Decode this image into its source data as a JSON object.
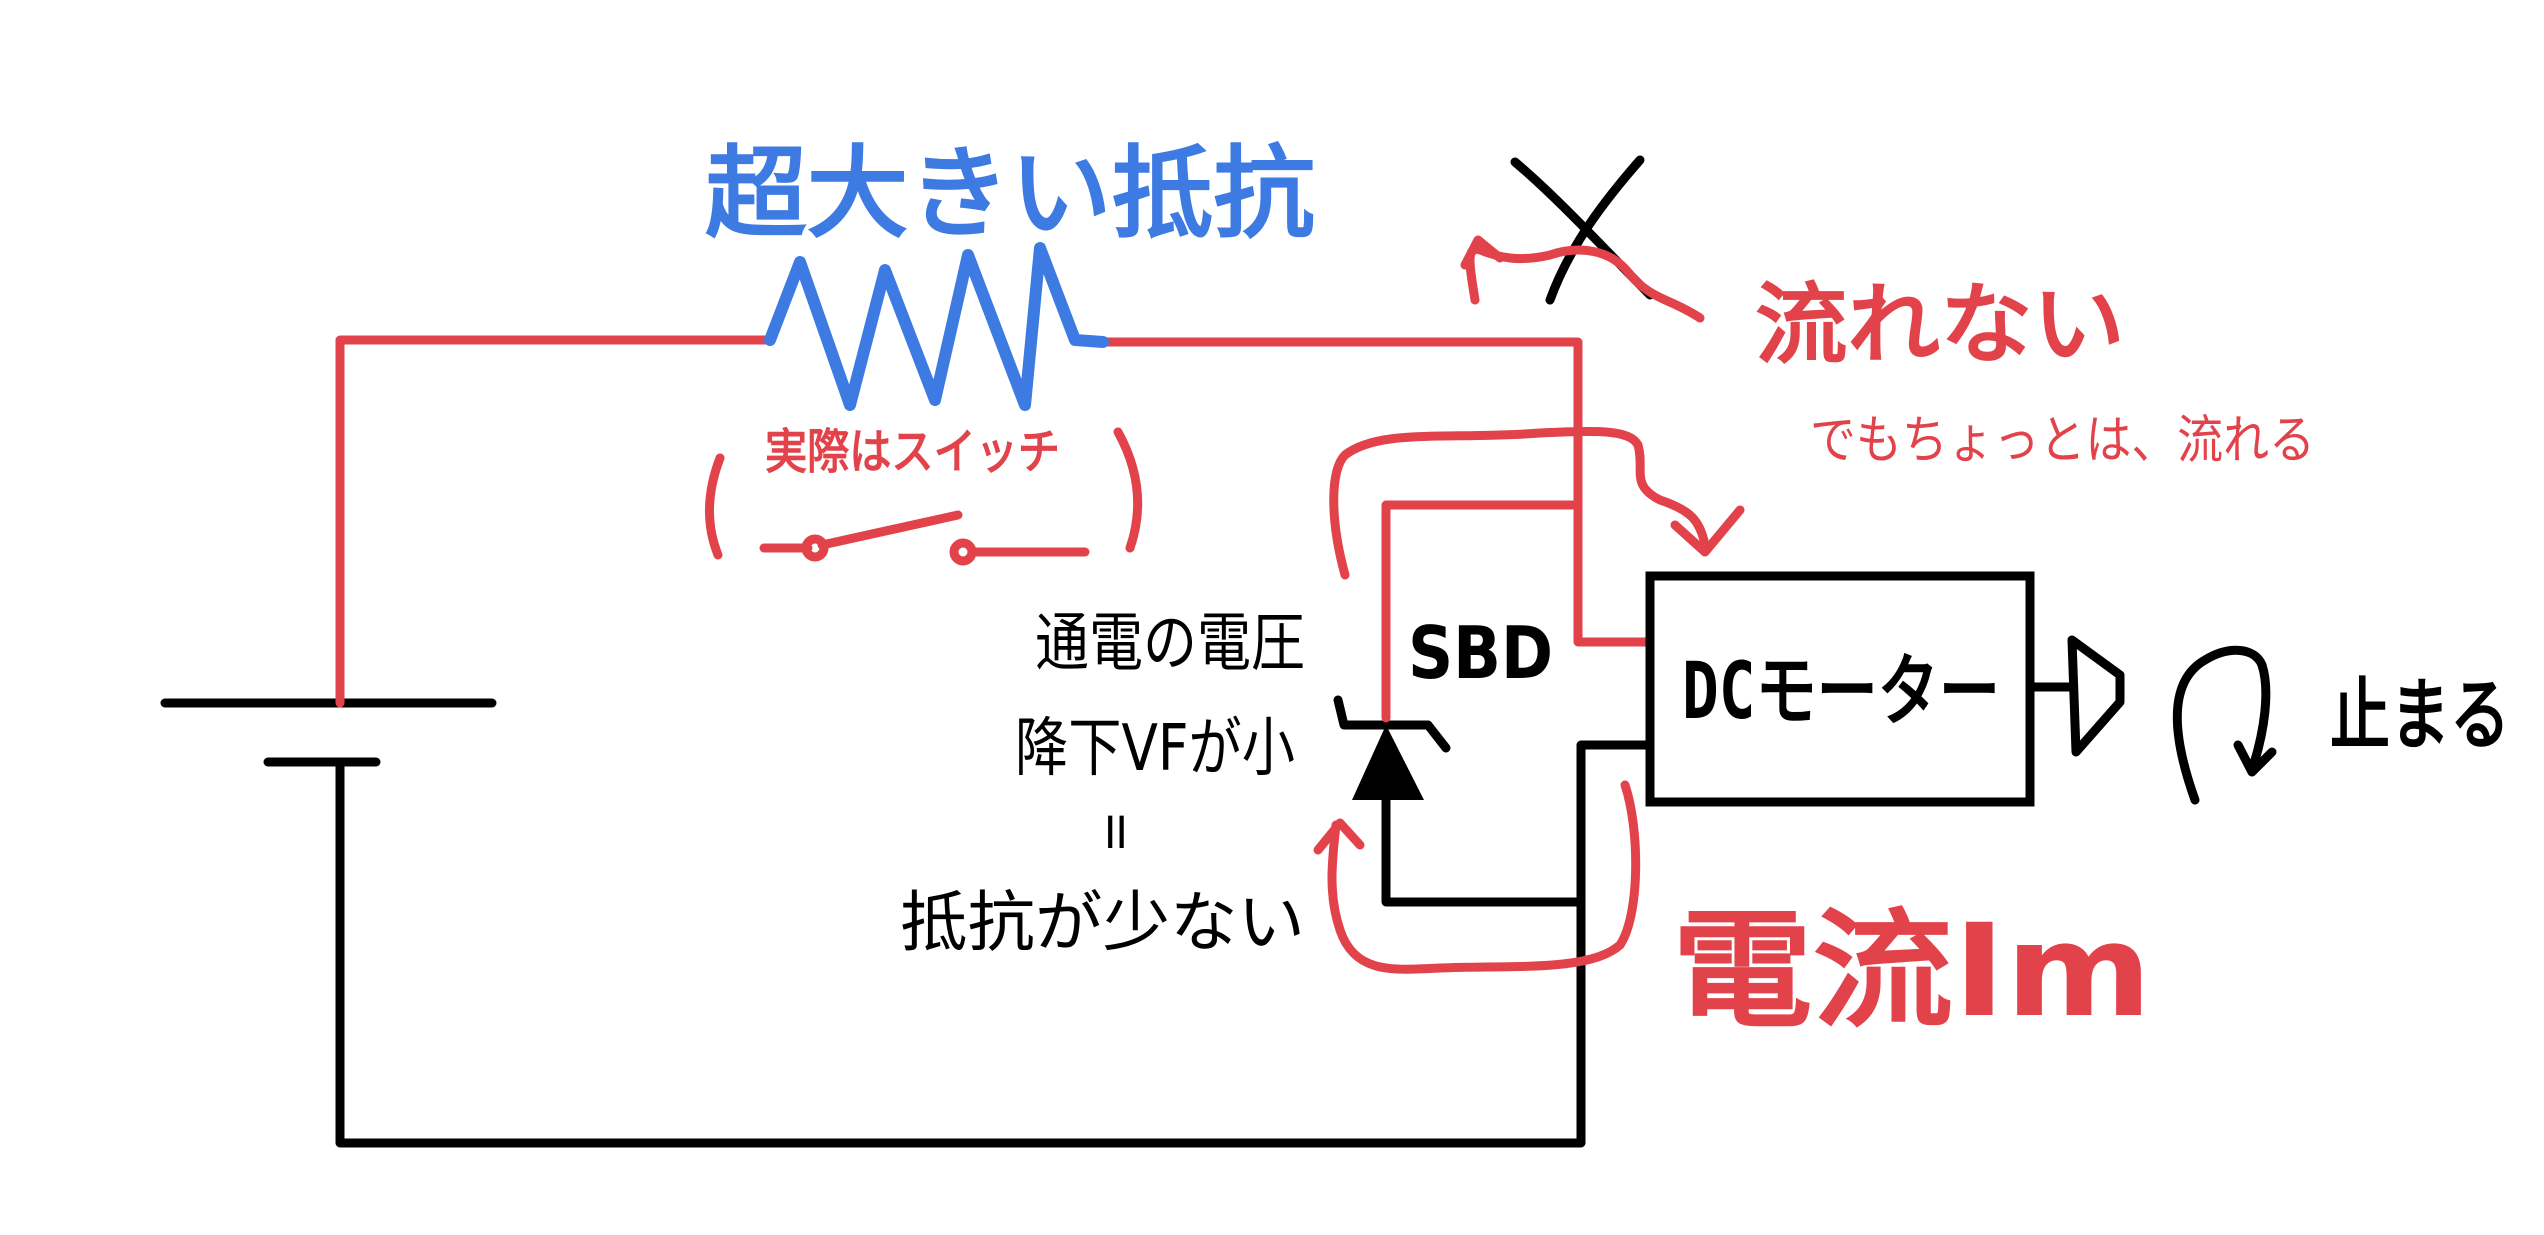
{
  "colors": {
    "red": "#e2434b",
    "blue": "#3d7be3",
    "black": "#000000",
    "background": "#ffffff"
  },
  "labels": {
    "resistor": "超大きい抵抗",
    "no_flow": "流れない",
    "small_flow": "でもちょっとは、流れる",
    "switch_note": "実際はスイッチ",
    "forward_voltage_line1": "通電の電圧",
    "forward_voltage_line2": "降下VFが小",
    "equals": "॥",
    "low_resistance": "抵抗が少ない",
    "sbd": "SBD",
    "motor": "DCモーター",
    "current": "電流Im",
    "stops": "止まる"
  },
  "icons": {
    "cross": "x-mark-icon",
    "rotation": "rotation-arrow-icon"
  }
}
